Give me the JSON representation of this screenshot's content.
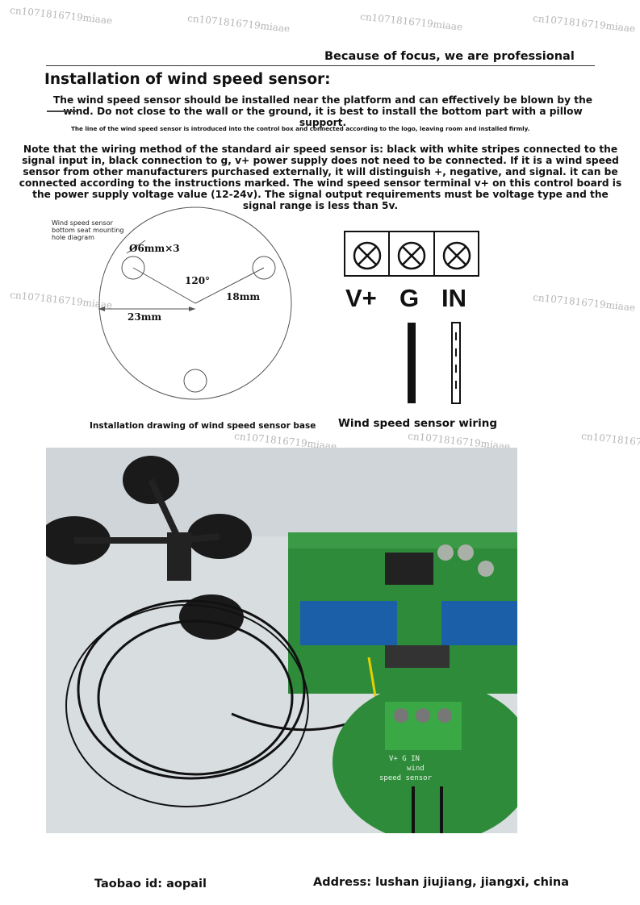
{
  "watermark": "cn1071816719miaae",
  "header": {
    "tagline": "Because of focus, we are professional",
    "title": "Installation of wind speed sensor:"
  },
  "body": {
    "paragraph1": "The wind speed sensor should be installed near the platform and can effectively be blown by the wind. Do not close to the wall or the ground, it is best to install the bottom part with a pillow support.",
    "note_small": "The line of the wind speed sensor is introduced into the control box and connected according to the logo, leaving room and installed firmly.",
    "paragraph2": "Note that the wiring method of the standard air speed sensor is: black with white stripes connected to the signal input in, black connection to g, v+ power supply does not need to be connected. If it is a wind speed sensor from other manufacturers purchased externally, it will distinguish +, negative, and signal. it can be connected according to the instructions marked. The wind speed sensor terminal v+ on this control board is the power supply voltage value (12-24v). The signal output requirements must be voltage type and the signal range is less than 5v."
  },
  "mount_diagram": {
    "label_line1": "Wind speed sensor",
    "label_line2": "bottom seat mounting",
    "label_line3": "hole diagram",
    "holes": "Ø6mm×3",
    "angle": "120°",
    "dim_a": "18mm",
    "dim_b": "23mm",
    "caption": "Installation drawing of wind speed sensor base"
  },
  "wiring_diagram": {
    "terminals": [
      "V+",
      "G",
      "IN"
    ],
    "caption": "Wind speed sensor wiring"
  },
  "photo": {
    "inset_label_top": "V+ G IN",
    "inset_label_mid": "wind",
    "inset_label_bottom": "speed sensor"
  },
  "footer": {
    "taobao": "Taobao id: aopail",
    "address": "Address: lushan jiujiang, jiangxi, china"
  }
}
